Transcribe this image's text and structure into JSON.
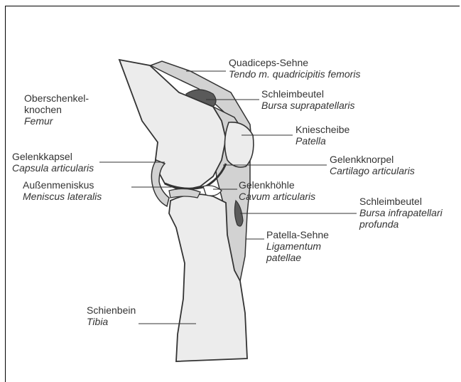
{
  "labels": {
    "quadriceps": {
      "de": "Quadiceps-Sehne",
      "la": "Tendo m. quadricipitis femoris"
    },
    "bursa_supra": {
      "de": "Schleimbeutel",
      "la": "Bursa suprapatellaris"
    },
    "femur": {
      "de1": "Oberschenkel-",
      "de2": "knochen",
      "la": "Femur"
    },
    "patella": {
      "de": "Kniescheibe",
      "la": "Patella"
    },
    "capsule": {
      "de": "Gelenkkapsel",
      "la": "Capsula articularis"
    },
    "cartilage": {
      "de": "Gelenkknorpel",
      "la": "Cartilago articularis"
    },
    "meniscus": {
      "de": "Außenmeniskus",
      "la": "Meniscus lateralis"
    },
    "cavity": {
      "de": "Gelenkhöhle",
      "la": "Cavum articularis"
    },
    "bursa_infra": {
      "de": "Schleimbeutel",
      "la1": "Bursa infrapatellari",
      "la2": "profunda"
    },
    "patellar_tendon": {
      "de": "Patella-Sehne",
      "la1": "Ligamentum",
      "la2": "patellae"
    },
    "tibia": {
      "de": "Schienbein",
      "la": "Tibia"
    }
  },
  "colors": {
    "bone": "#ececec",
    "tissue": "#d2d2d2",
    "dark": "#5a5a5a",
    "line": "#333333"
  }
}
